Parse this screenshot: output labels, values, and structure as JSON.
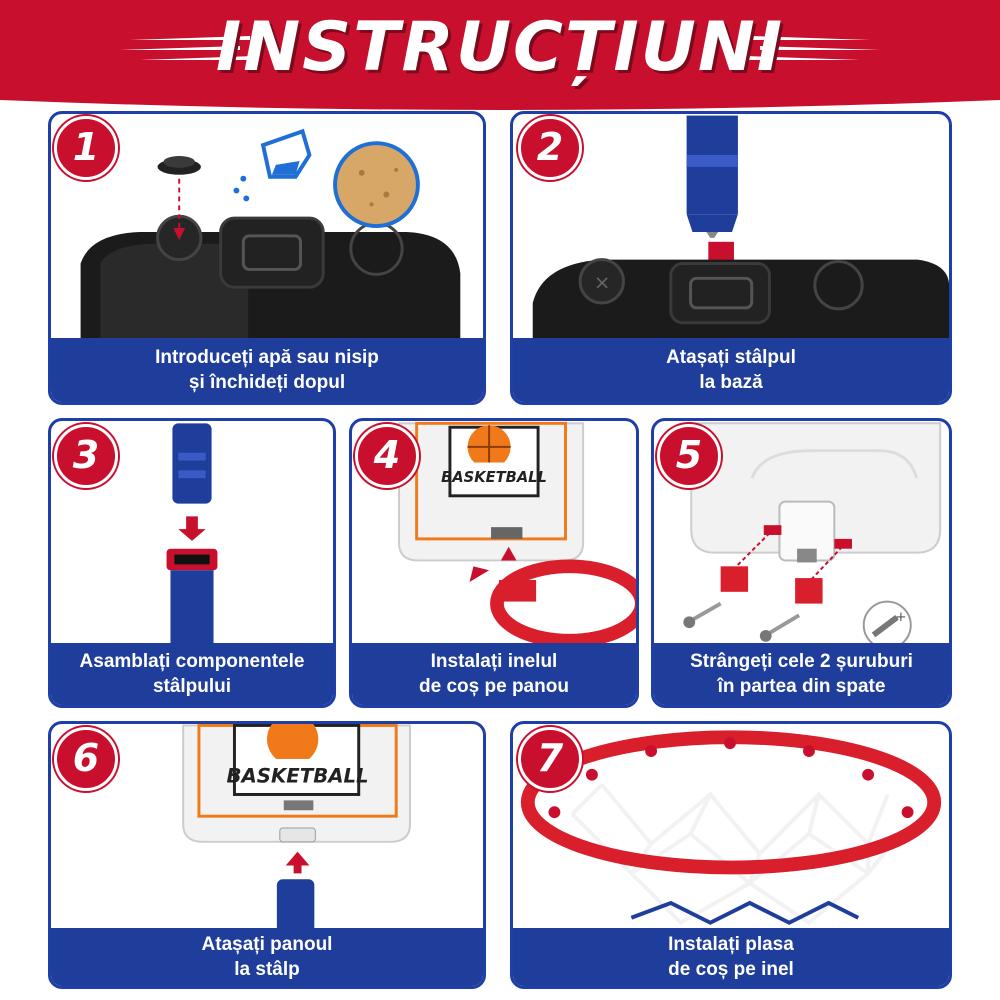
{
  "title": "INSTRUCȚIUNI",
  "colors": {
    "brand_red": "#c8102e",
    "brand_blue": "#1f3d9b",
    "orange": "#f07a1a"
  },
  "steps": [
    {
      "number": "1",
      "line1": "Introduceți apă sau nisip",
      "line2": "și închideți dopul"
    },
    {
      "number": "2",
      "line1": "Atașați stâlpul",
      "line2": "la bază"
    },
    {
      "number": "3",
      "line1": "Asamblați componentele",
      "line2": "stâlpului"
    },
    {
      "number": "4",
      "line1": "Instalați inelul",
      "line2": "de coș pe panou"
    },
    {
      "number": "5",
      "line1": "Strângeți cele 2 șuruburi",
      "line2": "în partea din spate"
    },
    {
      "number": "6",
      "line1": "Atașați panoul",
      "line2": "la stâlp"
    },
    {
      "number": "7",
      "line1": "Instalați plasa",
      "line2": "de coș pe inel"
    }
  ],
  "backboard_label": "BASKETBALL"
}
